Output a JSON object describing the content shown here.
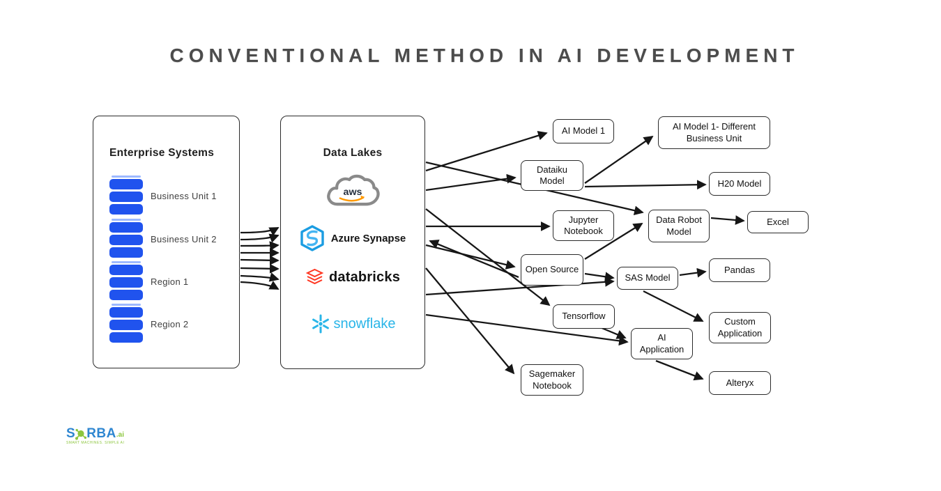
{
  "title": "CONVENTIONAL METHOD IN AI DEVELOPMENT",
  "enterprise": {
    "title": "Enterprise Systems",
    "items": [
      "Business Unit 1",
      "Business Unit 2",
      "Region 1",
      "Region 2"
    ]
  },
  "data_lakes": {
    "title": "Data Lakes",
    "aws_label": "aws",
    "azure_label": "Azure Synapse",
    "databricks_label": "databricks",
    "snowflake_label": "snowflake"
  },
  "nodes": [
    {
      "id": "ai-model-1",
      "label": "AI Model 1"
    },
    {
      "id": "ai-model-1-different-business-unit",
      "label": "AI Model 1- Different Business Unit"
    },
    {
      "id": "dataiku-model",
      "label": "Dataiku Model"
    },
    {
      "id": "h20-model",
      "label": "H20 Model"
    },
    {
      "id": "jupyter-notebook",
      "label": "Jupyter Notebook"
    },
    {
      "id": "data-robot-model",
      "label": "Data Robot Model"
    },
    {
      "id": "excel",
      "label": "Excel"
    },
    {
      "id": "open-source",
      "label": "Open Source"
    },
    {
      "id": "sas-model",
      "label": "SAS Model"
    },
    {
      "id": "pandas",
      "label": "Pandas"
    },
    {
      "id": "tensorflow",
      "label": "Tensorflow"
    },
    {
      "id": "custom-application",
      "label": "Custom Application"
    },
    {
      "id": "ai-application",
      "label": "AI Application"
    },
    {
      "id": "sagemaker-notebook",
      "label": "Sagemaker Notebook"
    },
    {
      "id": "alteryx",
      "label": "Alteryx"
    }
  ],
  "logo": {
    "part1": "S",
    "part2": "RBA",
    "suffix": ".ai",
    "tagline": "SMART MACHINES. SIMPLE AI"
  },
  "colors": {
    "accent_blue": "#2053EE",
    "arrow": "#161616",
    "aws_gray": "#8A8A8A",
    "aws_orange": "#FF9900",
    "azure_blue": "#1B9DE2",
    "databricks_red": "#FF3621",
    "snowflake_blue": "#29B5E8",
    "logo_green": "#8DC63F",
    "logo_blue": "#2E86D1"
  }
}
